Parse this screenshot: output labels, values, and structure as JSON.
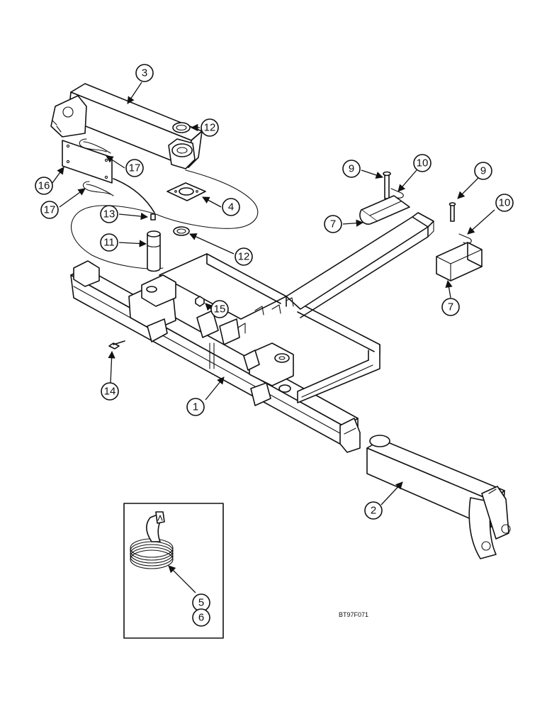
{
  "drawing_code": "BT97F071",
  "callouts": {
    "c1": "1",
    "c2": "2",
    "c3": "3",
    "c4": "4",
    "c5": "5",
    "c6": "6",
    "c7a": "7",
    "c7b": "7",
    "c9a": "9",
    "c9b": "9",
    "c10a": "10",
    "c10b": "10",
    "c11": "11",
    "c12a": "12",
    "c12b": "12",
    "c13": "13",
    "c14": "14",
    "c15": "15",
    "c16": "16",
    "c17a": "17",
    "c17b": "17"
  }
}
